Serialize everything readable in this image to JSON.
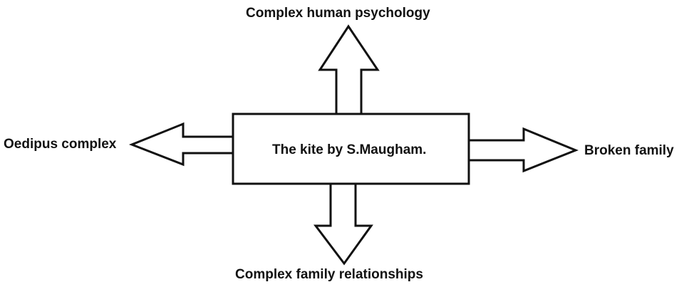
{
  "center": {
    "title": "The kite by S.Maugham."
  },
  "branches": {
    "top": "Complex human psychology",
    "bottom": "Complex family relationships",
    "left": "Oedipus complex",
    "right": "Broken family"
  },
  "colors": {
    "stroke": "#111111",
    "fill": "#ffffff",
    "text": "#111111"
  }
}
